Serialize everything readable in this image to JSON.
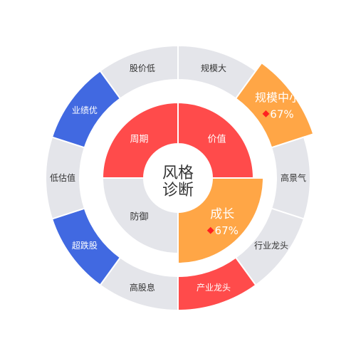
{
  "chart_data": {
    "type": "sunburst",
    "center": {
      "line1": "风格",
      "line2": "诊断"
    },
    "inner_ring": [
      {
        "label": "价值",
        "state": "active"
      },
      {
        "label": "成长",
        "state": "highlight",
        "percent": "67%"
      },
      {
        "label": "防御",
        "state": "inactive"
      },
      {
        "label": "周期",
        "state": "active"
      }
    ],
    "outer_ring": [
      {
        "label": "规模大",
        "state": "inactive"
      },
      {
        "label": "规模中小",
        "state": "highlight",
        "percent": "67%"
      },
      {
        "label": "高景气",
        "state": "inactive"
      },
      {
        "label": "行业龙头",
        "state": "inactive"
      },
      {
        "label": "产业龙头",
        "state": "active"
      },
      {
        "label": "高股息",
        "state": "inactive"
      },
      {
        "label": "超跌股",
        "state": "blue"
      },
      {
        "label": "低估值",
        "state": "inactive"
      },
      {
        "label": "业绩优",
        "state": "blue"
      },
      {
        "label": "股价低",
        "state": "inactive"
      }
    ],
    "colors": {
      "active": "#FF4B4B",
      "highlight": "#FFA646",
      "blue": "#4169E1",
      "inactive": "#E4E5EA",
      "marker": "#FF2020",
      "dark_text": "#333333",
      "light_text": "#FFFFFF"
    }
  }
}
